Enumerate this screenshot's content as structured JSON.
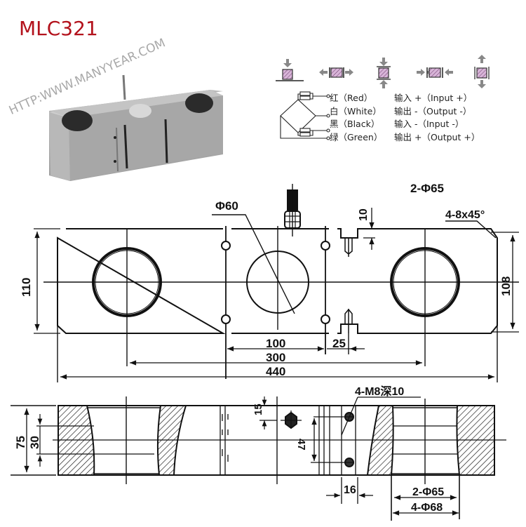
{
  "header": {
    "model": "MLC321",
    "watermark": "HTTP:WWW.MANYYEAR.COM"
  },
  "load_modes": [
    {
      "name": "compression-on-base"
    },
    {
      "name": "tension-horizontal"
    },
    {
      "name": "compression-both"
    },
    {
      "name": "compression-horizontal"
    },
    {
      "name": "tension-vertical"
    }
  ],
  "wiring": [
    {
      "color_label": "红（Red）",
      "function": "输入 +（Input +）"
    },
    {
      "color_label": "白（White）",
      "function": "输出 -（Output -）"
    },
    {
      "color_label": "黑（Black）",
      "function": "输入 -（Input -）"
    },
    {
      "color_label": "绿（Green）",
      "function": "输出 +（Output +）"
    }
  ],
  "top_view": {
    "dims": {
      "center_hole": "Φ60",
      "holes": "2-Φ65",
      "chamfer": "4-8x45°",
      "slot_depth": "10",
      "height_left": "110",
      "height_right": "108",
      "d100": "100",
      "d25": "25",
      "d300": "300",
      "d440": "440"
    }
  },
  "side_view": {
    "dims": {
      "thread": "4-M8深10",
      "d15": "15",
      "d47": "47",
      "d75": "75",
      "d30": "30",
      "d16": "16",
      "bore_small": "2-Φ65",
      "bore_large": "4-Φ68"
    }
  },
  "colors": {
    "title": "#b3121c",
    "hatch_fill": "#c9a0c9",
    "line": "#111111",
    "arrow": "#777777"
  }
}
